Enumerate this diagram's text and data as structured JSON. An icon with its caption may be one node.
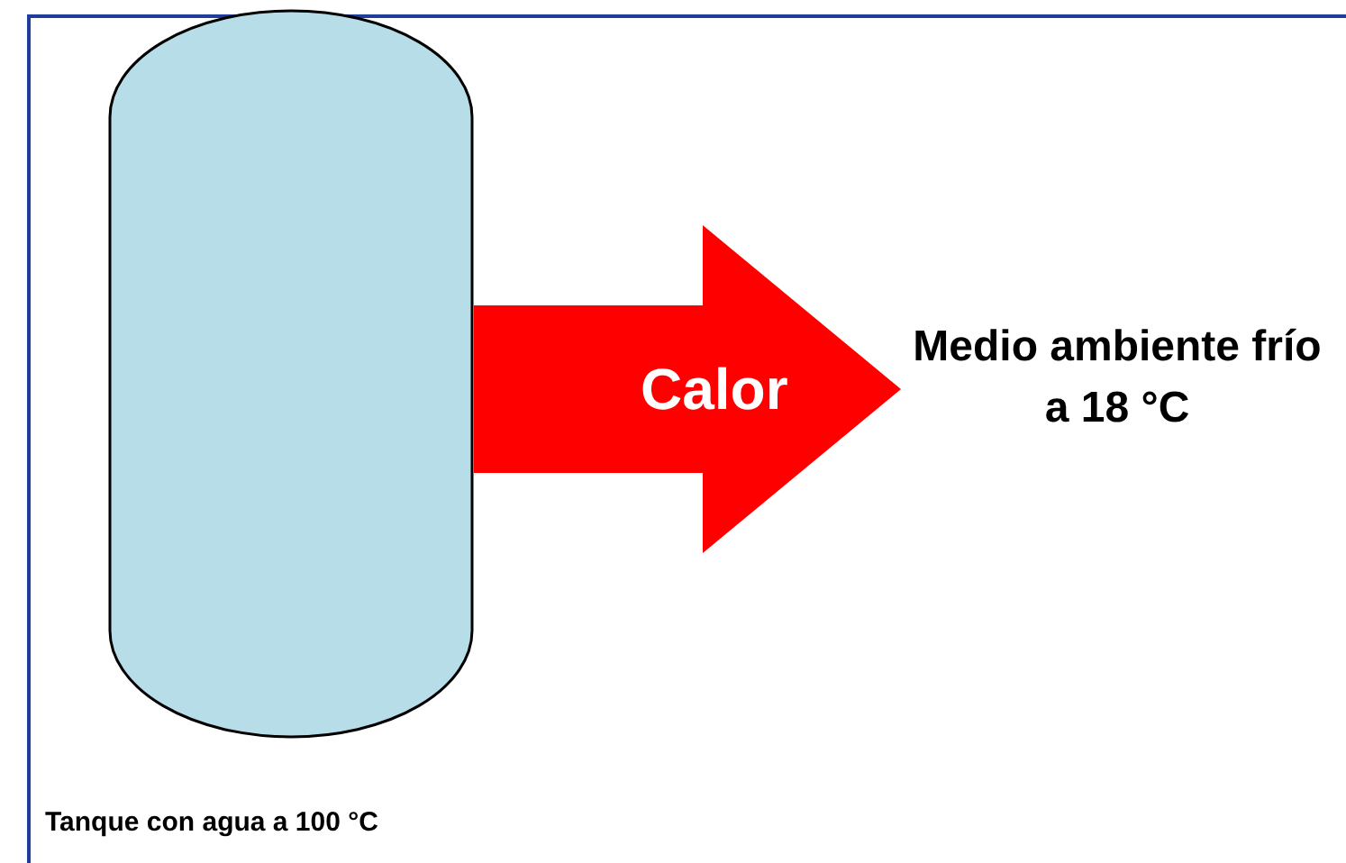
{
  "diagram": {
    "nodes": [
      {
        "text": [],
        "shape": "cylinder",
        "beside": [
          "Tanque con agua a 100 °C"
        ]
      },
      {
        "text": [
          "Medio ambiente frío a 18 °C"
        ]
      }
    ],
    "edges": [
      {
        "from": 0,
        "to": 1,
        "arrow": "to",
        "label": "Calor",
        "color": "#ff0000"
      }
    ]
  }
}
